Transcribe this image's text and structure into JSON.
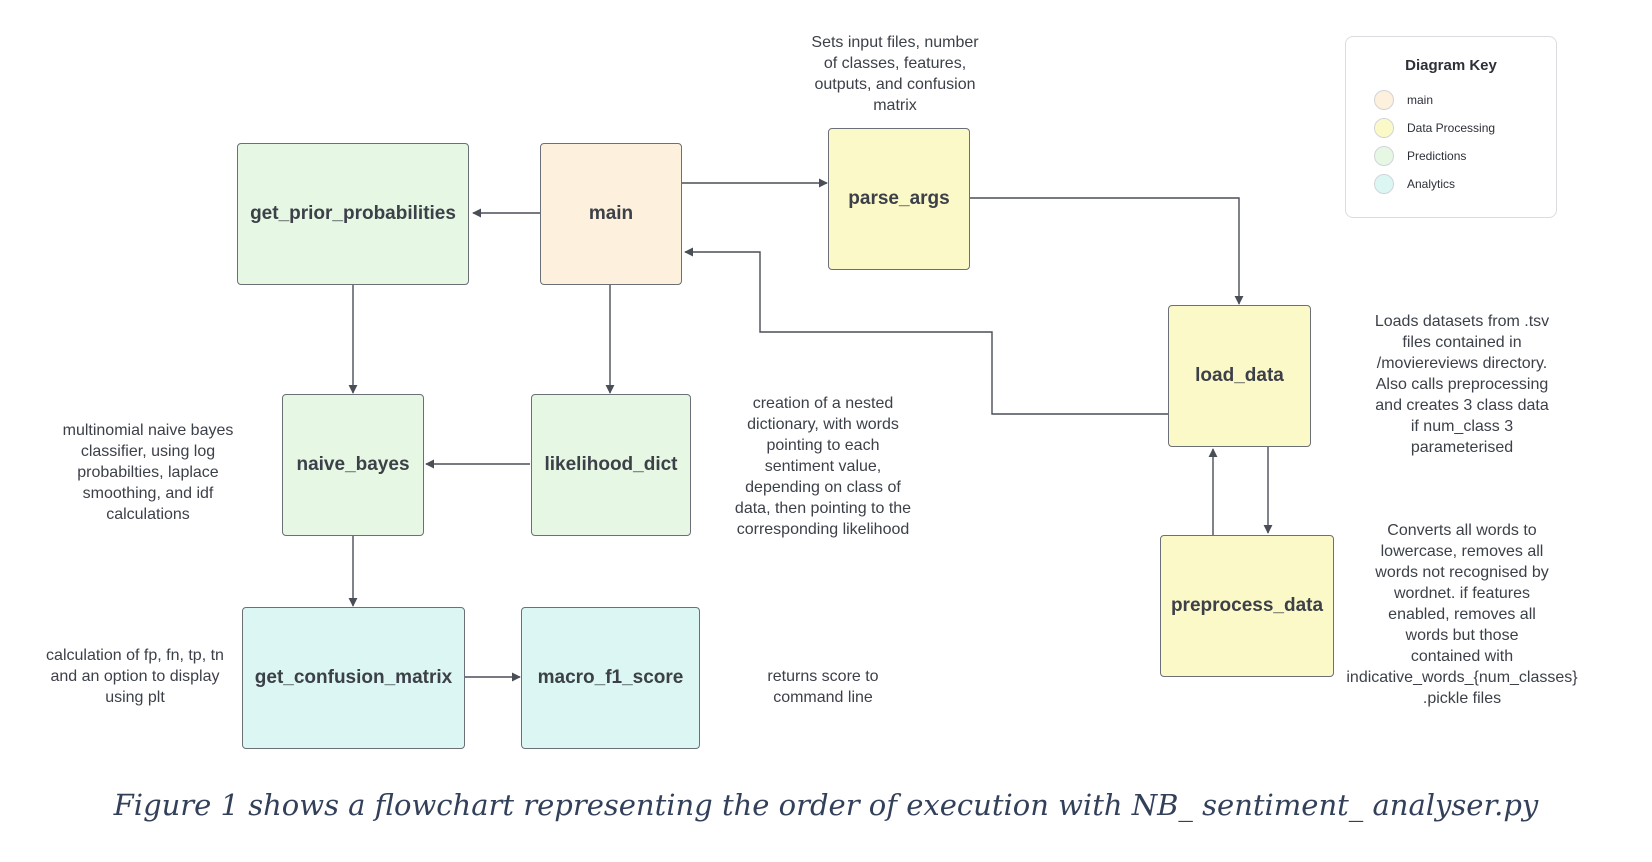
{
  "nodes": {
    "main": "main",
    "parse_args": "parse_args",
    "get_prior_probabilities": "get_prior_probabilities",
    "load_data": "load_data",
    "naive_bayes": "naive_bayes",
    "likelihood_dict": "likelihood_dict",
    "preprocess_data": "preprocess_data",
    "get_confusion_matrix": "get_confusion_matrix",
    "macro_f1_score": "macro_f1_score"
  },
  "notes": {
    "parse_args": "Sets input files, number\nof classes, features,\noutputs, and confusion\nmatrix",
    "load_data": "Loads datasets from .tsv\nfiles contained in\n/moviereviews directory.\nAlso calls preprocessing\nand creates 3 class data\nif num_class 3\nparameterised",
    "naive_bayes": "multinomial naive bayes\nclassifier, using log\nprobabilties, laplace\nsmoothing, and idf\ncalculations",
    "likelihood_dict": "creation of a nested\ndictionary, with words\npointing to each\nsentiment value,\ndepending on class of\ndata, then pointing to the\ncorresponding likelihood",
    "preprocess_data": "Converts all words to\nlowercase, removes all\nwords not recognised by\nwordnet. if features\nenabled, removes all\nwords but those\ncontained with\nindicative_words_{num_classes}\n.pickle files",
    "get_confusion_matrix": "calculation of fp, fn, tp, tn\nand an option to display\nusing plt",
    "macro_f1_score": "returns score to\ncommand line"
  },
  "key": {
    "title": "Diagram Key",
    "items": [
      {
        "label": "main",
        "color": "#fdf0dc"
      },
      {
        "label": "Data Processing",
        "color": "#fcf9c8"
      },
      {
        "label": "Predictions",
        "color": "#e6f7e4"
      },
      {
        "label": "Analytics",
        "color": "#dcf7f3"
      }
    ]
  },
  "caption": "Figure 1 shows a flowchart representing the order of execution with NB_ sentiment_ analyser.py"
}
